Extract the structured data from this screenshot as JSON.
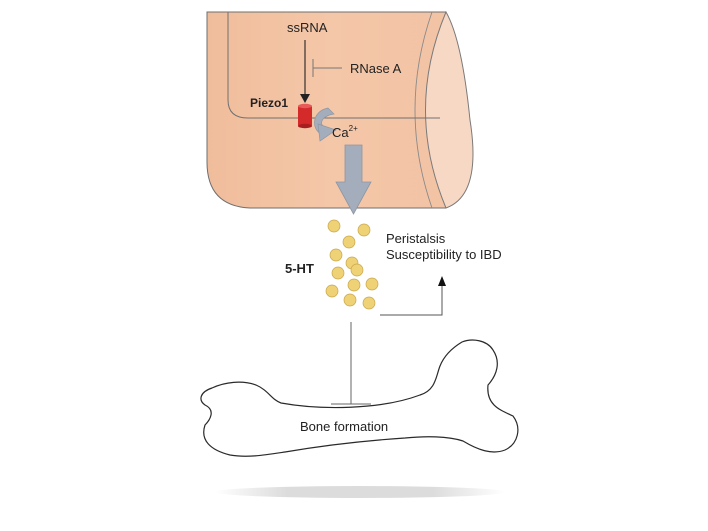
{
  "labels": {
    "ssrna": "ssRNA",
    "rnase": "RNase A",
    "piezo1": "Piezo1",
    "calcium_base": "Ca",
    "calcium_charge": "2+",
    "serotonin": "5-HT",
    "peristalsis": "Peristalsis",
    "ibd": "Susceptibility to IBD",
    "bone": "Bone formation"
  },
  "colors": {
    "gut_tissue": "#f3c5a6",
    "gut_lumen": "#f7d8c5",
    "outline": "#6f6f6f",
    "piezo_channel": "#d42a2a",
    "flow_arrow": "#a4adbb",
    "serotonin_granule": "#efd176",
    "granule_edge": "#c7a74a",
    "line": "#555555",
    "bone_outline": "#2a2a2a"
  },
  "icons": {
    "channel": "piezo1-channel-icon",
    "granule": "serotonin-granule-icon",
    "bone": "bone-icon"
  }
}
